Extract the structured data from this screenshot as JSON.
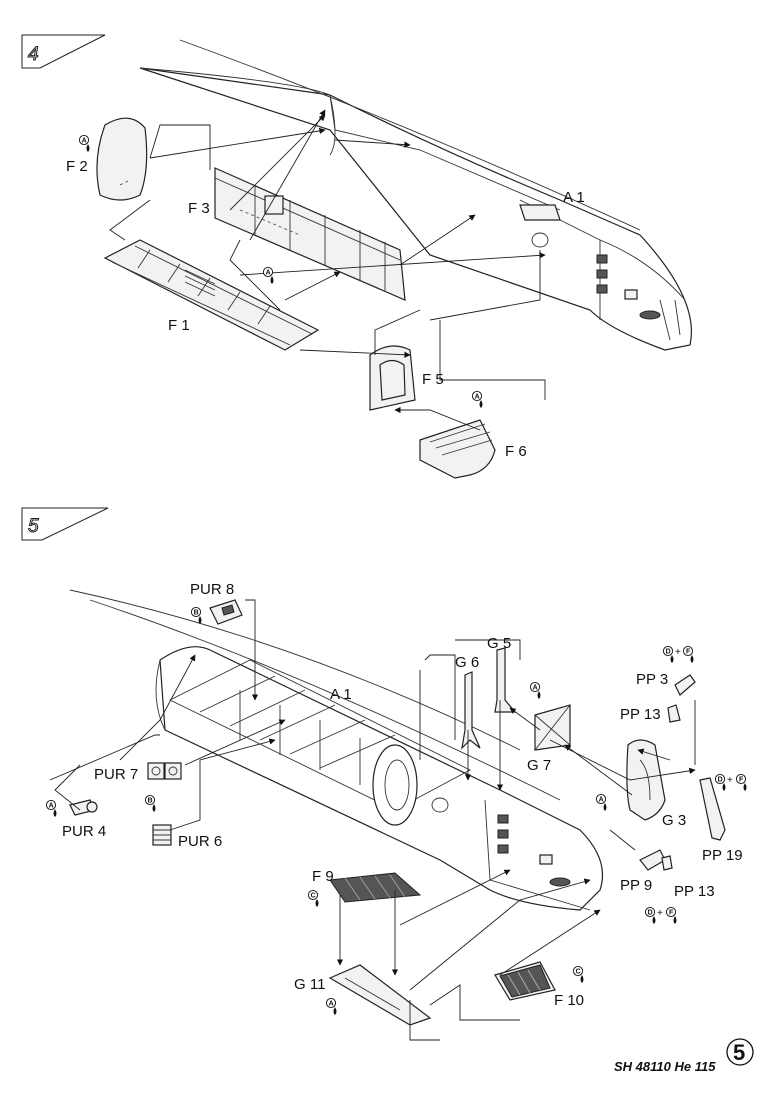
{
  "steps": [
    {
      "number": "4",
      "parts": [
        "F 2",
        "F 3",
        "F 1",
        "A 1",
        "F 5",
        "F 6"
      ],
      "glue_markers": [
        "A",
        "A",
        "A"
      ]
    },
    {
      "number": "5",
      "parts": [
        "PUR 8",
        "A 1",
        "G 5",
        "G 6",
        "PP 3",
        "PP 13",
        "G 7",
        "PUR 7",
        "PUR 4",
        "PUR 6",
        "G 3",
        "PP 19",
        "PP 9",
        "PP 13",
        "F 9",
        "G 11",
        "F 10"
      ],
      "glue_markers": [
        "B",
        "D",
        "F",
        "A",
        "D",
        "F",
        "B",
        "A",
        "A",
        "D",
        "F",
        "C",
        "A",
        "C"
      ]
    }
  ],
  "footer": {
    "code": "SH 48110 He 115",
    "page_number": "5"
  }
}
